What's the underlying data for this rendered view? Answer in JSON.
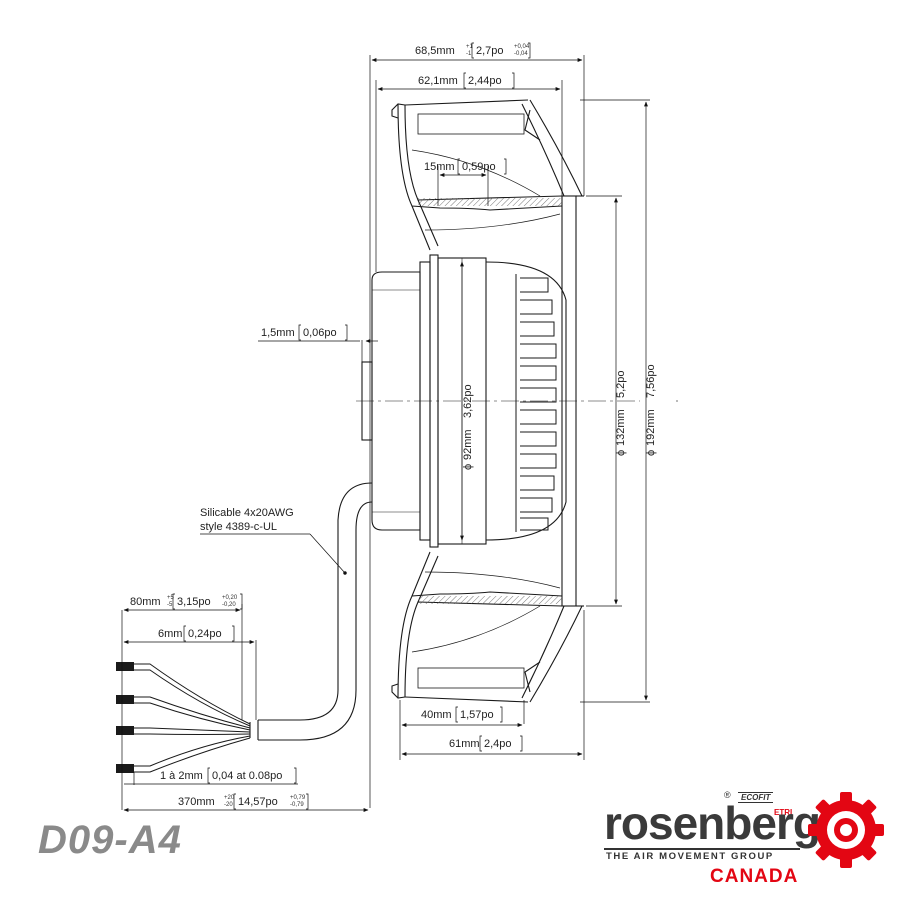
{
  "model_code": "D09-A4",
  "dimensions": {
    "overall_depth": {
      "metric": "68,5mm",
      "tol_mm": [
        "+1",
        "-1"
      ],
      "imperial": "2,7po",
      "tol_po": [
        "+0,04",
        "-0,04"
      ]
    },
    "impeller_depth": {
      "metric": "62,1mm",
      "imperial": "2,44po"
    },
    "hub_offset": {
      "metric": "15mm",
      "imperial": "0,59po"
    },
    "cover_gap": {
      "metric": "1,5mm",
      "imperial": "0,06po"
    },
    "hub_diameter": {
      "metric": "92mm",
      "imperial": "3,62po"
    },
    "inlet_diameter": {
      "metric": "132mm",
      "imperial": "5,2po"
    },
    "outer_diameter": {
      "metric": "192mm",
      "imperial": "7,56po"
    },
    "outlet_width": {
      "metric": "40mm",
      "imperial": "1,57po"
    },
    "mount_depth": {
      "metric": "61mm",
      "imperial": "2,4po"
    },
    "lead_sheath": {
      "metric": "80mm",
      "tol_mm": [
        "+5",
        "-5"
      ],
      "imperial": "3,15po",
      "tol_po": [
        "+0,20",
        "-0,20"
      ]
    },
    "lead_strip": {
      "metric": "6mm",
      "imperial": "0,24po"
    },
    "lead_tin": {
      "metric": "1 à 2mm",
      "imperial": "0,04 at 0.08po"
    },
    "cable_length": {
      "metric": "370mm",
      "tol_mm": [
        "+20",
        "-20"
      ],
      "imperial": "14,57po",
      "tol_po": [
        "+0,79",
        "-0,79"
      ]
    }
  },
  "diameter_symbol": "ϕ",
  "cable_note": [
    "Silicable 4x20AWG",
    "style 4389-c-UL"
  ],
  "logo": {
    "brand": "rosenberg",
    "registered": "®",
    "sub_brand": "ECOFIT",
    "etri": "ETRI",
    "tagline": "THE AIR MOVEMENT GROUP",
    "region": "CANADA",
    "brand_red": "#e30613",
    "brand_grey": "#3a3a3a"
  },
  "line_color": "#1a1a1a"
}
